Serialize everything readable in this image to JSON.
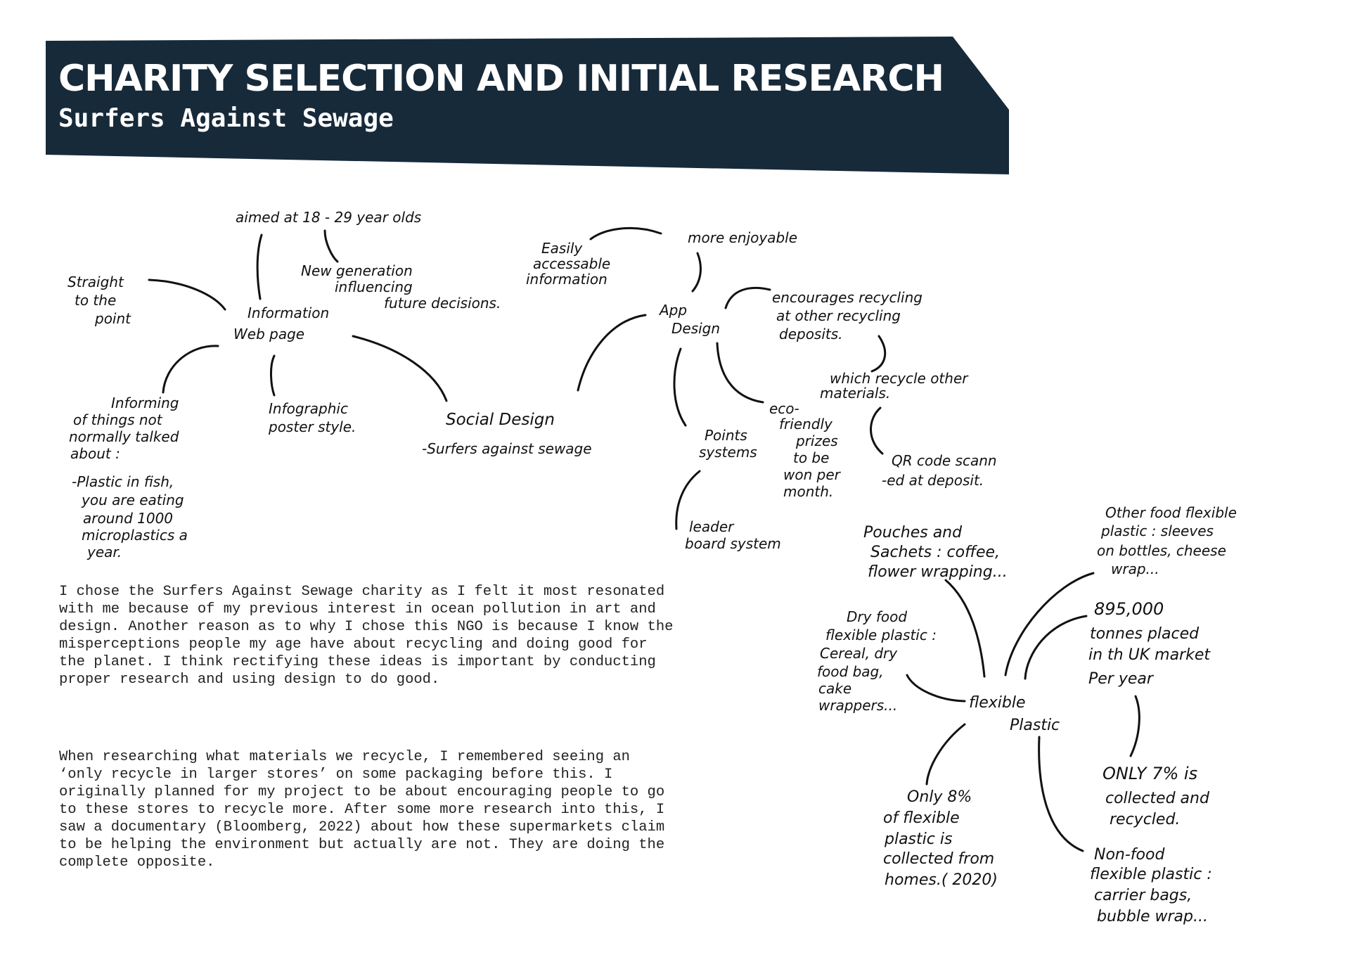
{
  "header": {
    "title": "CHARITY SELECTION AND INITIAL RESEARCH",
    "subtitle": "Surfers Against Sewage",
    "background_color": "#172a3a"
  },
  "paragraphs": [
    "I chose the Surfers Against Sewage charity as I felt it most resonated with me because of my previous interest in ocean pollution in art and design. Another reason as to why I chose this NGO is because I know the misperceptions people my age have about recycling and doing good for the planet. I think rectifying these ideas is important by conducting proper research and using design to do good.",
    "When researching what materials we recycle, I remembered seeing an ‘only recycle in larger stores’ on some packaging before this. I originally planned for my project to be about encouraging people to go to these stores to recycle more.  After some more research into this, I saw a documentary (Bloomberg, 2022) about how these supermarkets claim to be helping the environment but actually are not.  They are doing the complete opposite."
  ],
  "mindmap": {
    "info_page": {
      "hub": [
        "Information",
        "Web page"
      ],
      "age": "aimed at 18 - 29 year olds",
      "generation": [
        "New generation",
        "influencing",
        "future decisions."
      ],
      "straight": [
        "Straight",
        "to the",
        "point"
      ],
      "informing": [
        "Informing",
        "of things not",
        "normally talked",
        "about :"
      ],
      "plastic_fish": [
        "-Plastic in fish,",
        "you are eating",
        "around 1000",
        "microplastics a",
        "year."
      ],
      "infographic": [
        "Infographic",
        "poster style."
      ]
    },
    "social": [
      "Social Design",
      "-Surfers against sewage"
    ],
    "app": {
      "hub": [
        "App",
        "Design"
      ],
      "accessible": [
        "Easily",
        "accessable",
        "information"
      ],
      "enjoyable": "more enjoyable",
      "encourages": [
        "encourages recycling",
        "at other recycling",
        "deposits."
      ],
      "which": [
        "which recycle other",
        "materials."
      ],
      "points": [
        "Points",
        "systems"
      ],
      "eco": [
        "eco-",
        "friendly",
        "prizes",
        "to be",
        "won per",
        "month."
      ],
      "qr": [
        "QR code scann",
        "-ed at deposit."
      ],
      "leader": [
        "leader",
        "board system"
      ]
    },
    "flexible": {
      "hub": [
        "flexible",
        "Plastic"
      ],
      "pouches": [
        "Pouches and",
        "Sachets : coffee,",
        "flower wrapping..."
      ],
      "other_food": [
        "Other food flexible",
        "plastic : sleeves",
        "on bottles, cheese",
        "wrap..."
      ],
      "dry_food": [
        "Dry food",
        "flexible plastic :",
        "Cereal, dry",
        "food bag,",
        "cake",
        "wrappers..."
      ],
      "tonnes": [
        "895,000",
        "tonnes placed",
        "in th UK market",
        "Per year"
      ],
      "only7": [
        "ONLY 7% is",
        "collected and",
        "recycled."
      ],
      "only8": [
        "Only 8%",
        "of flexible",
        "plastic is",
        "collected from",
        "homes.( 2020)"
      ],
      "nonfood": [
        "Non-food",
        "flexible plastic :",
        "carrier bags,",
        "bubble wrap..."
      ]
    }
  }
}
